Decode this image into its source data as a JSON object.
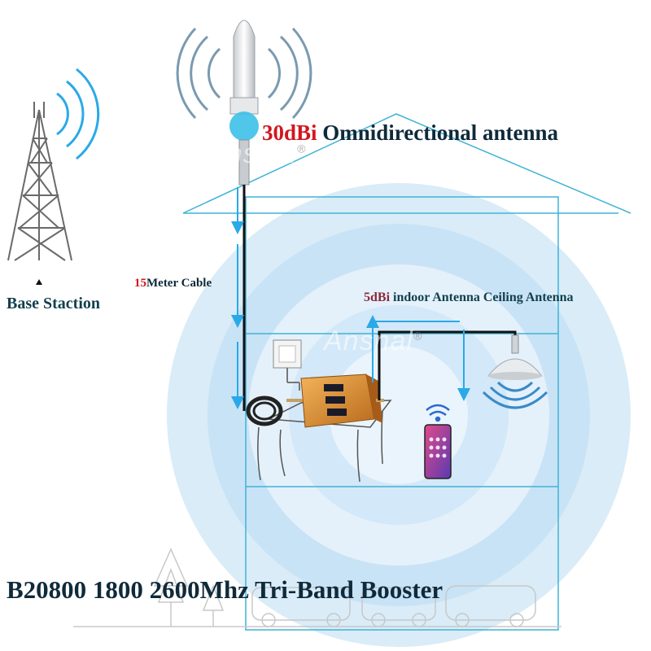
{
  "labels": {
    "outdoor_gain": "30dBi",
    "outdoor_name": "Omnidirectional antenna",
    "cable_len": "15",
    "cable_name": "Meter Cable",
    "base_station": "Base Staction",
    "indoor_gain": "5dBi",
    "indoor_name": "indoor Antenna Ceiling Antenna",
    "product_title": "B20800 1800 2600Mhz Tri-Band Booster"
  },
  "watermark": {
    "brand": "Ansnal",
    "mark": "®"
  },
  "colors": {
    "accent_red": "#d2161e",
    "house_line": "#3fb3d6",
    "signal_blue": "#2aa9e8",
    "booster_gold": "#d88a2c",
    "halo": "#cfe6f7"
  }
}
